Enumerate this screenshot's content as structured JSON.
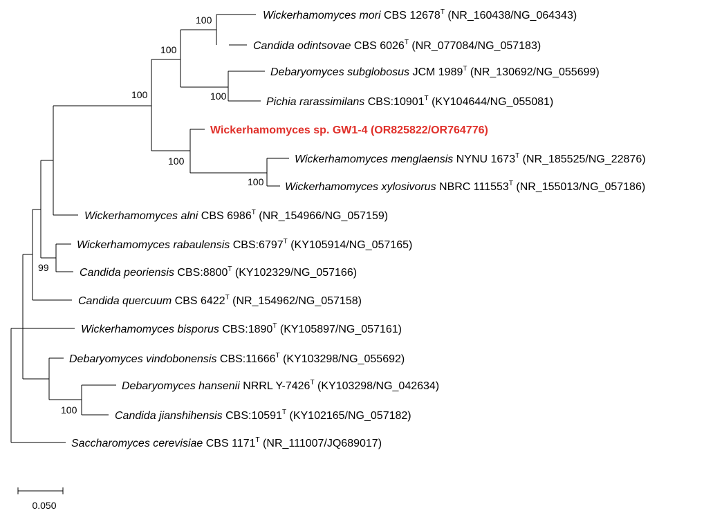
{
  "tree": {
    "scale_label": "0.050",
    "highlight_color": "#e0302a",
    "leaves": [
      {
        "id": "mori",
        "genus": "Wickerhamomyces mori",
        "strain": "CBS 12678",
        "type_mark": "T",
        "accession": "(NR_160438/NG_064343)"
      },
      {
        "id": "odintsovae",
        "genus": "Candida odintsovae",
        "strain": "CBS 6026",
        "type_mark": "T",
        "accession": "(NR_077084/NG_057183)"
      },
      {
        "id": "subglobosus",
        "genus": "Debaryomyces subglobosus",
        "strain": "JCM 1989",
        "type_mark": "T",
        "accession": "(NR_130692/NG_055699)"
      },
      {
        "id": "rarassimilans",
        "genus": "Pichia rarassimilans",
        "strain": "CBS:10901",
        "type_mark": "T",
        "accession": "(KY104644/NG_055081)"
      },
      {
        "id": "gw14",
        "label": "Wickerhamomyces sp. GW1-4 (OR825822/OR764776)",
        "highlight": true
      },
      {
        "id": "menglaensis",
        "genus": "Wickerhamomyces menglaensis",
        "strain": "NYNU 1673",
        "type_mark": "T",
        "accession": "(NR_185525/NG_22876)"
      },
      {
        "id": "xylosivorus",
        "genus": "Wickerhamomyces xylosivorus",
        "strain": "NBRC 111553",
        "type_mark": "T",
        "accession": "(NR_155013/NG_057186)"
      },
      {
        "id": "alni",
        "genus": "Wickerhamomyces alni",
        "strain": "CBS 6986",
        "type_mark": "T",
        "accession": "(NR_154966/NG_057159)"
      },
      {
        "id": "rabaulensis",
        "genus": "Wickerhamomyces rabaulensis",
        "strain": "CBS:6797",
        "type_mark": "T",
        "accession": "(KY105914/NG_057165)"
      },
      {
        "id": "peoriensis",
        "genus": "Candida peoriensis",
        "strain": "CBS:8800",
        "type_mark": "T",
        "accession": "(KY102329/NG_057166)"
      },
      {
        "id": "quercuum",
        "genus": "Candida quercuum",
        "strain": "CBS 6422",
        "type_mark": "T",
        "accession": "(NR_154962/NG_057158)"
      },
      {
        "id": "bisporus",
        "genus": "Wickerhamomyces bisporus",
        "strain": "CBS:1890",
        "type_mark": "T",
        "accession": "(KY105897/NG_057161)"
      },
      {
        "id": "vindobonensis",
        "genus": "Debaryomyces vindobonensis",
        "strain": "CBS:11666",
        "type_mark": "T",
        "accession": "(KY103298/NG_055692)"
      },
      {
        "id": "hansenii",
        "genus": "Debaryomyces hansenii",
        "strain": "NRRL Y-7426",
        "type_mark": "T",
        "accession": "(KY103298/NG_042634)"
      },
      {
        "id": "jianshihensis",
        "genus": "Candida jianshihensis",
        "strain": "CBS:10591",
        "type_mark": "T",
        "accession": "(KY102165/NG_057182)"
      },
      {
        "id": "cerevisiae",
        "genus": "Saccharomyces cerevisiae",
        "strain": "CBS 1171",
        "type_mark": "T",
        "accession": "(NR_111007/JQ689017)"
      }
    ],
    "bootstraps": [
      {
        "node": "mori-odintsovae",
        "value": "100"
      },
      {
        "node": "upper-four",
        "value": "100"
      },
      {
        "node": "subglobosus-rarassimilans",
        "value": "100"
      },
      {
        "node": "main-clade",
        "value": "100"
      },
      {
        "node": "gw14-clade",
        "value": "100"
      },
      {
        "node": "menglaensis-xylosivorus",
        "value": "100"
      },
      {
        "node": "rabaulensis-peoriensis",
        "value": "99"
      },
      {
        "node": "hansenii-jianshihensis",
        "value": "100"
      }
    ]
  }
}
